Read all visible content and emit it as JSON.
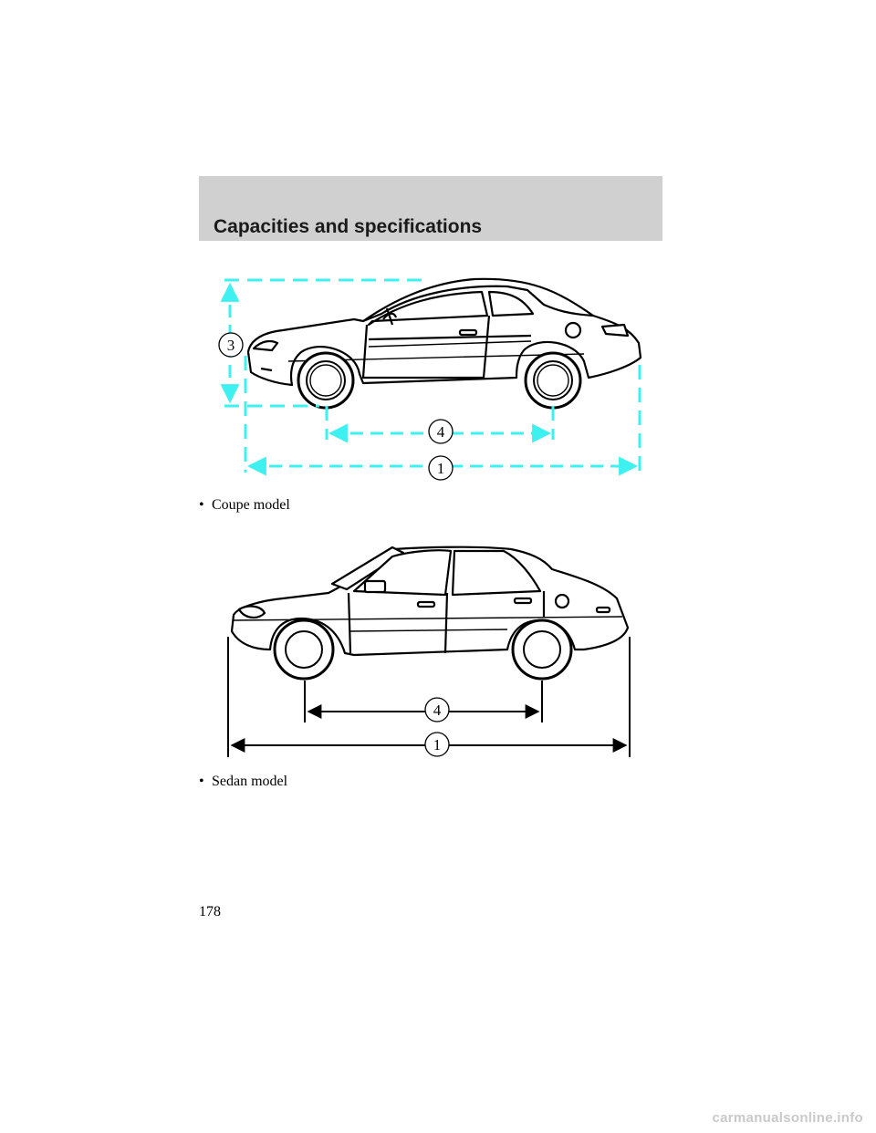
{
  "header": {
    "title": "Capacities and specifications"
  },
  "figures": [
    {
      "callouts": {
        "height": "3",
        "wheelbase": "4",
        "length": "1"
      },
      "caption": "Coupe model"
    },
    {
      "callouts": {
        "wheelbase": "4",
        "length": "1"
      },
      "caption": "Sedan model"
    }
  ],
  "bullet": "•",
  "page_number": "178",
  "watermark": "carmanualsonline.info",
  "colors": {
    "header_band": "#d0d0d0",
    "dimension_line_coupe": "#3ff0f0",
    "dimension_line_sedan": "#000000"
  }
}
